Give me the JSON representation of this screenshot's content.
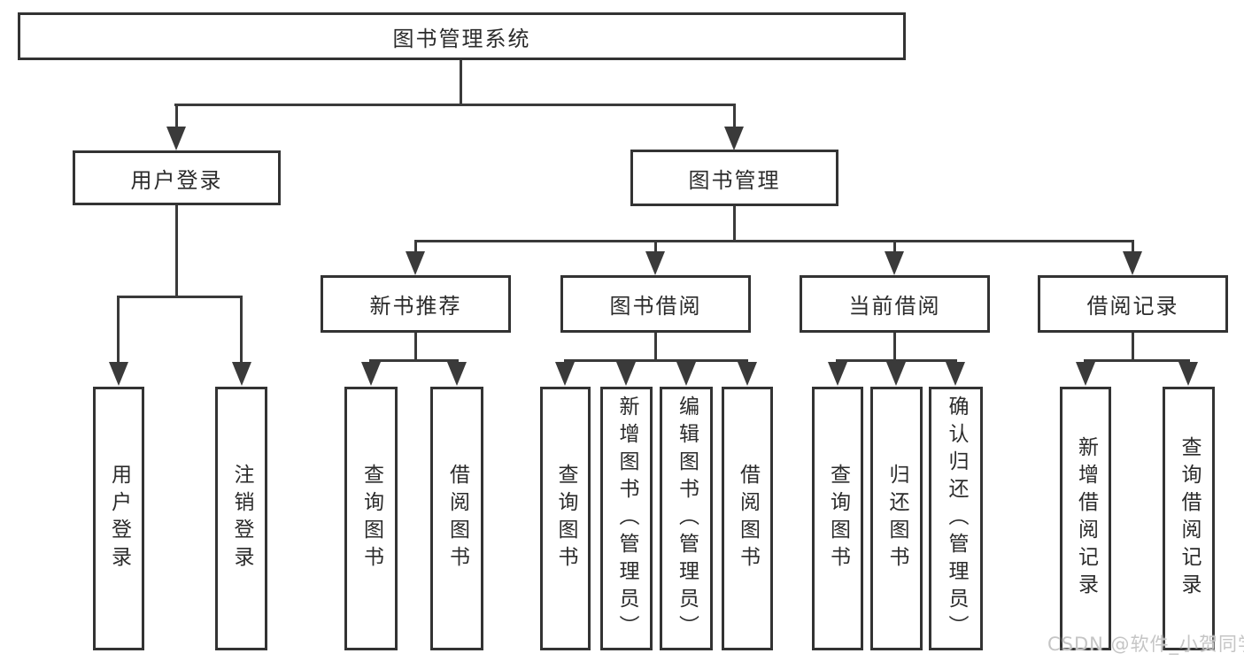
{
  "diagram": {
    "root": {
      "label": "图书管理系统"
    },
    "level2": [
      {
        "label": "用户登录"
      },
      {
        "label": "图书管理"
      }
    ],
    "level3": [
      {
        "label": "新书推荐"
      },
      {
        "label": "图书借阅"
      },
      {
        "label": "当前借阅"
      },
      {
        "label": "借阅记录"
      }
    ],
    "leaves": {
      "user_login": [
        "用户登录",
        "注销登录"
      ],
      "new_books": [
        "查询图书",
        "借阅图书"
      ],
      "book_borrow": [
        "查询图书",
        "新增图书（管理员）",
        "编辑图书（管理员）",
        "借阅图书"
      ],
      "current_borrow": [
        "查询图书",
        "归还图书",
        "确认归还（管理员）"
      ],
      "borrow_records": [
        "新增借阅记录",
        "查询借阅记录"
      ]
    },
    "watermark": "CSDN @软件_小贺同学",
    "colors": {
      "line": "#3a3a3a",
      "box_border": "#333333",
      "text": "#2b2b2b",
      "watermark": "#c5c5c5",
      "background": "#ffffff"
    }
  }
}
